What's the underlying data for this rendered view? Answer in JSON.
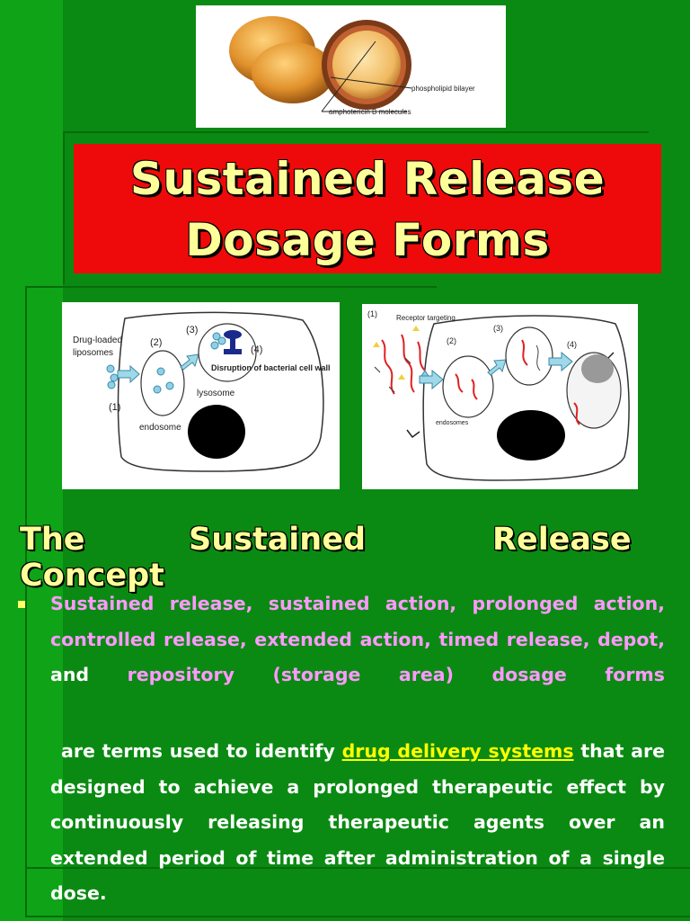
{
  "top_figure": {
    "labels": [
      "phospholipid bilayer",
      "amphotericin B molecules"
    ]
  },
  "title": {
    "line1": "Sustained Release",
    "line2": "Dosage Forms"
  },
  "diagram_left": {
    "labels": {
      "drug_loaded_1": "Drug-loaded",
      "drug_loaded_2": "liposomes",
      "step1": "(1)",
      "step2": "(2)",
      "step3": "(3)",
      "step4": "(4)",
      "disruption": "Disruption of bacterial cell wall",
      "lysosome": "lysosome",
      "endosome": "endosome"
    }
  },
  "diagram_right": {
    "labels": {
      "step1": "(1)",
      "receptor": "Receptor targeting",
      "step2": "(2)",
      "step3": "(3)",
      "step4": "(4)",
      "endosomes": "endosomes"
    }
  },
  "heading": {
    "w1": "The",
    "w2": "Sustained",
    "w3": "Release",
    "w4": "Concept"
  },
  "body": {
    "p1_pink_a": "Sustained release, sustained action, prolonged action, controlled release, extended action, timed release, depot,",
    "p1_white": "and",
    "p1_pink_b": "repository (storage area) dosage forms",
    "p2_a": "are terms used to identify",
    "p2_link": "drug delivery systems",
    "p2_b": "that are designed to achieve a prolonged therapeutic effect by continuously releasing therapeutic agents over an extended period of time after administration of a single dose."
  },
  "colors": {
    "background": "#0a8a12",
    "title_box": "#ee0a0a",
    "title_text": "#ffff99",
    "pink_text": "#ff99ff",
    "link_text": "#ffff00"
  }
}
